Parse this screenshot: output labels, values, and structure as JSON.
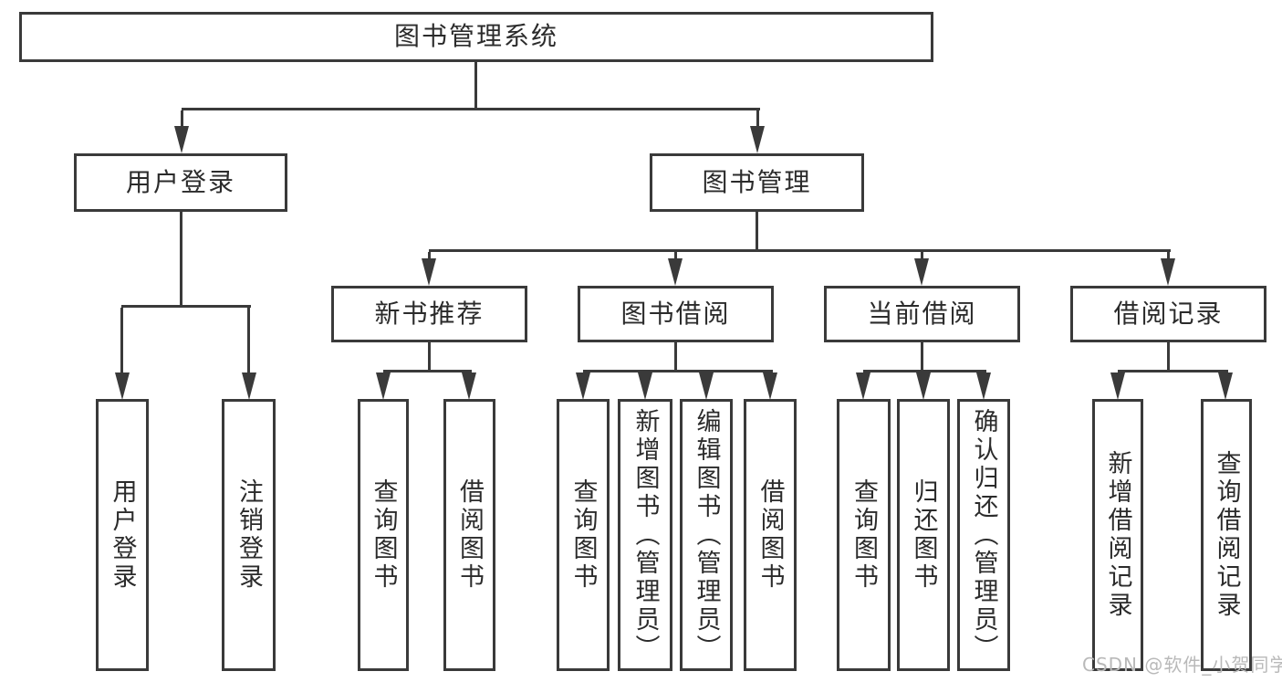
{
  "diagram": {
    "root": {
      "label": "图书管理系统"
    },
    "branches": [
      {
        "label": "用户登录",
        "children": [
          {
            "label": "用户登录"
          },
          {
            "label": "注销登录"
          }
        ]
      },
      {
        "label": "图书管理",
        "children": [
          {
            "label": "新书推荐",
            "children": [
              {
                "label": "查询图书"
              },
              {
                "label": "借阅图书"
              }
            ]
          },
          {
            "label": "图书借阅",
            "children": [
              {
                "label": "查询图书"
              },
              {
                "label": "新增图书（管理员）"
              },
              {
                "label": "编辑图书（管理员）"
              },
              {
                "label": "借阅图书"
              }
            ]
          },
          {
            "label": "当前借阅",
            "children": [
              {
                "label": "查询图书"
              },
              {
                "label": "归还图书"
              },
              {
                "label": "确认归还（管理员）"
              }
            ]
          },
          {
            "label": "借阅记录",
            "children": [
              {
                "label": "新增借阅记录"
              },
              {
                "label": "查询借阅记录"
              }
            ]
          }
        ]
      }
    ]
  },
  "watermark": {
    "text": "CSDN @软件_小贺同学"
  },
  "colors": {
    "line": "#3a3a3a",
    "text": "#2b2b2b",
    "background": "#ffffff",
    "watermark": "#b9b9b9"
  }
}
